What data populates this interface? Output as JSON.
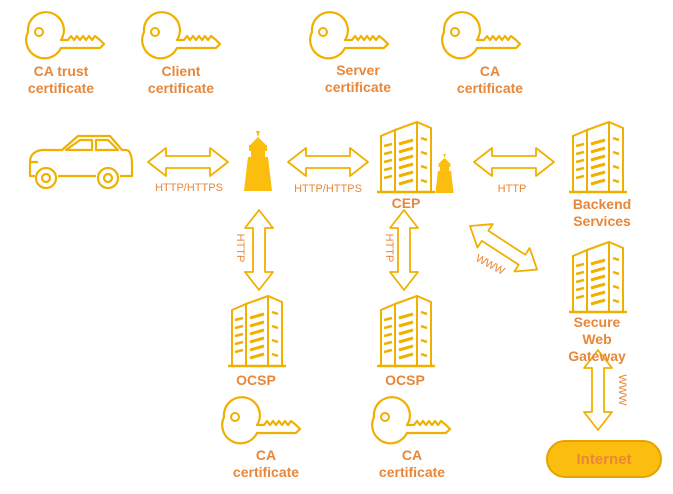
{
  "keys": {
    "ca_trust": "CA trust\ncertificate",
    "client": "Client\ncertificate",
    "server": "Server\ncertificate",
    "ca_top": "CA\ncertificate",
    "ca_bottom_left": "CA\ncertificate",
    "ca_bottom_right": "CA\ncertificate"
  },
  "nodes": {
    "cep": "CEP",
    "backend": "Backend\nServices",
    "gateway": "Secure Web\nGateway",
    "ocsp_left": "OCSP",
    "ocsp_right": "OCSP",
    "internet": "Internet"
  },
  "links": {
    "car_to_tower": "HTTP/HTTPS",
    "tower_to_cep": "HTTP/HTTPS",
    "cep_to_backend": "HTTP",
    "tower_to_ocsp": "HTTP",
    "cep_to_ocsp": "HTTP",
    "cep_to_gateway": "WWW",
    "gateway_to_internet": "WWW"
  },
  "colors": {
    "icon_fill": "#fbbd0e",
    "icon_stroke": "#f0b000",
    "label": "#e8873a"
  }
}
